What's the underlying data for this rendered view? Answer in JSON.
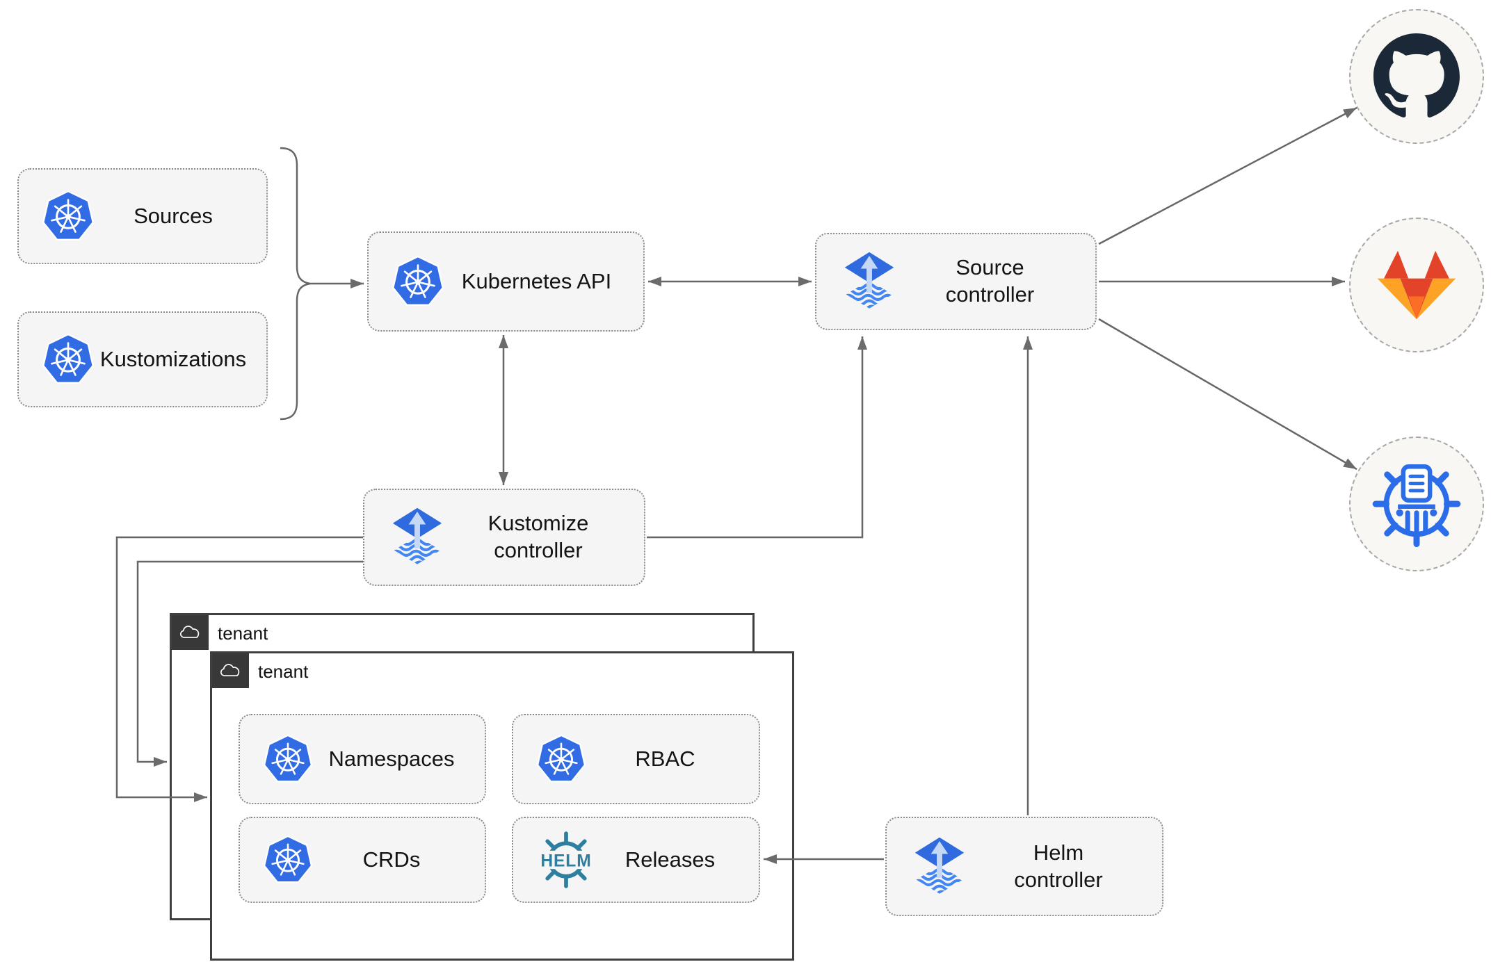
{
  "nodes": {
    "sources": {
      "label": "Sources"
    },
    "kustomizations": {
      "label": "Kustomizations"
    },
    "kubernetes_api": {
      "label": "Kubernetes API"
    },
    "source_controller": {
      "label": "Source\ncontroller"
    },
    "kustomize_controller": {
      "label": "Kustomize\ncontroller"
    },
    "helm_controller": {
      "label": "Helm\ncontroller"
    },
    "namespaces": {
      "label": "Namespaces"
    },
    "rbac": {
      "label": "RBAC"
    },
    "crds": {
      "label": "CRDs"
    },
    "releases": {
      "label": "Releases"
    }
  },
  "tenants": {
    "outer": {
      "label": "tenant"
    },
    "inner": {
      "label": "tenant"
    }
  },
  "icons": {
    "helm_wordmark": "HELM",
    "kubernetes": "kubernetes-logo",
    "flux": "flux-logo",
    "helm": "helm-logo",
    "github": "github-logo",
    "gitlab": "gitlab-logo",
    "registry": "container-registry-logo",
    "cloud": "cloud-icon"
  },
  "colors": {
    "kubernetes_blue": "#326ce5",
    "flux_blue": "#2f6bdf",
    "flux_wave_blue": "#4285f4",
    "helm_teal": "#2e7f9f",
    "github_dark": "#1b2837",
    "gitlab_red": "#e24329",
    "gitlab_orange": "#fc6d26",
    "gitlab_yellow": "#fca326",
    "registry_blue": "#2b6de9",
    "arrow_gray": "#666666",
    "node_bg": "#f5f5f5",
    "tenant_dark": "#383838"
  }
}
